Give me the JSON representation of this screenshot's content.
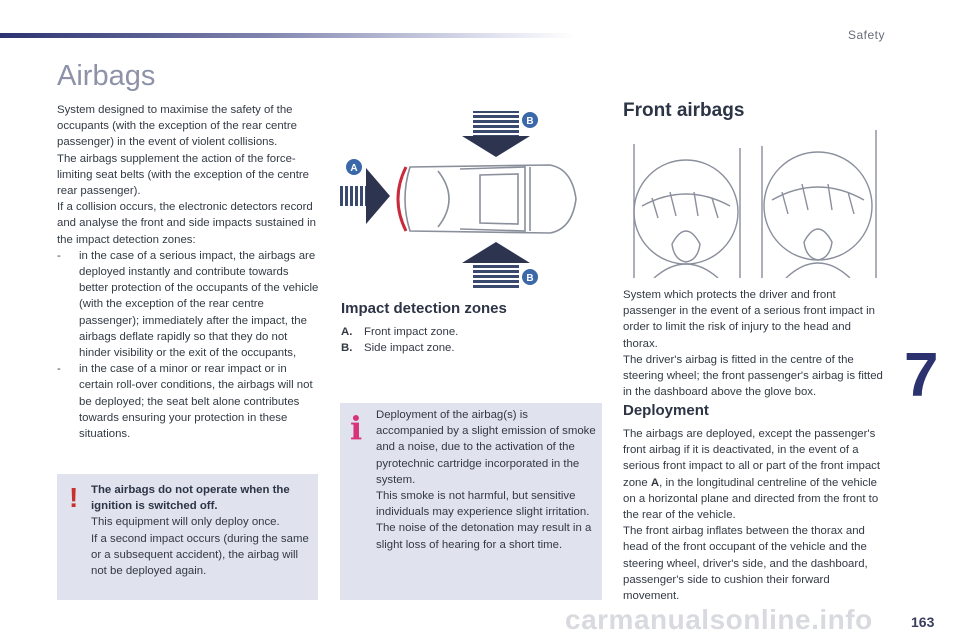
{
  "header": {
    "section": "Safety",
    "chapter_number": "7",
    "page_number": "163"
  },
  "title": "Airbags",
  "intro": {
    "p1": "System designed to maximise the safety of the occupants (with the exception of the rear centre passenger) in the event of violent collisions.",
    "p2": "The airbags supplement the action of the force-limiting seat belts (with the exception of the centre rear passenger).",
    "p3": "If a collision occurs, the electronic detectors record and analyse the front and side impacts sustained in the impact detection zones:",
    "bullet1": "in the case of a serious impact, the airbags are deployed instantly and contribute towards better protection of the occupants of the vehicle (with the exception of the rear centre passenger); immediately after the impact, the airbags deflate rapidly so that they do not hinder visibility or the exit of the occupants,",
    "bullet2": "in the case of a minor or rear impact or in certain roll-over conditions, the airbags will not be deployed; the seat belt alone contributes towards ensuring your protection in these situations.",
    "bullet_mark": "-"
  },
  "warning": {
    "mark": "!",
    "bold": "The airbags do not operate when the ignition is switched off.",
    "line1": "This equipment will only deploy once.",
    "line2": "If a second impact occurs (during the same or a subsequent accident), the airbag will not be deployed again."
  },
  "diagram": {
    "label_a": "A",
    "label_b_top": "B",
    "label_b_bottom": "B"
  },
  "impact_zones": {
    "heading": "Impact detection zones",
    "items": [
      {
        "key": "A.",
        "text": "Front impact zone."
      },
      {
        "key": "B.",
        "text": "Side impact zone."
      }
    ]
  },
  "info": {
    "mark": "i",
    "p1": "Deployment of the airbag(s) is accompanied by a slight emission of smoke and a noise, due to the activation of the pyrotechnic cartridge incorporated in the system.",
    "p2": "This smoke is not harmful, but sensitive individuals may experience slight irritation.",
    "p3": "The noise of the detonation may result in a slight loss of hearing for a short time."
  },
  "front_airbags": {
    "heading": "Front airbags",
    "p1": "System which protects the driver and front passenger in the event of a serious front impact in order to limit the risk of injury to the head and thorax.",
    "p2": "The driver's airbag is fitted in the centre of the steering wheel; the front passenger's airbag is fitted in the dashboard above the glove box."
  },
  "deployment": {
    "heading": "Deployment",
    "p1_a": "The airbags are deployed, except the passenger's front airbag if it is deactivated, in the event of a serious front impact to all or part of the front impact zone ",
    "p1_bold": "A",
    "p1_b": ", in the longitudinal centreline of the vehicle on a horizontal plane and directed from the front to the rear of the vehicle.",
    "p2": "The front airbag inflates between the thorax and head of the front occupant of the vehicle and the steering wheel, driver's side, and the dashboard, passenger's side to cushion their forward movement."
  },
  "watermark": "carmanualsonline.info",
  "colors": {
    "accent_navy": "#2c3270",
    "title_grey": "#8e92a8",
    "warning_red": "#c7312e",
    "info_pink": "#d7337b",
    "box_bg": "#e0e2ee",
    "label_blue": "#3a68a8"
  }
}
